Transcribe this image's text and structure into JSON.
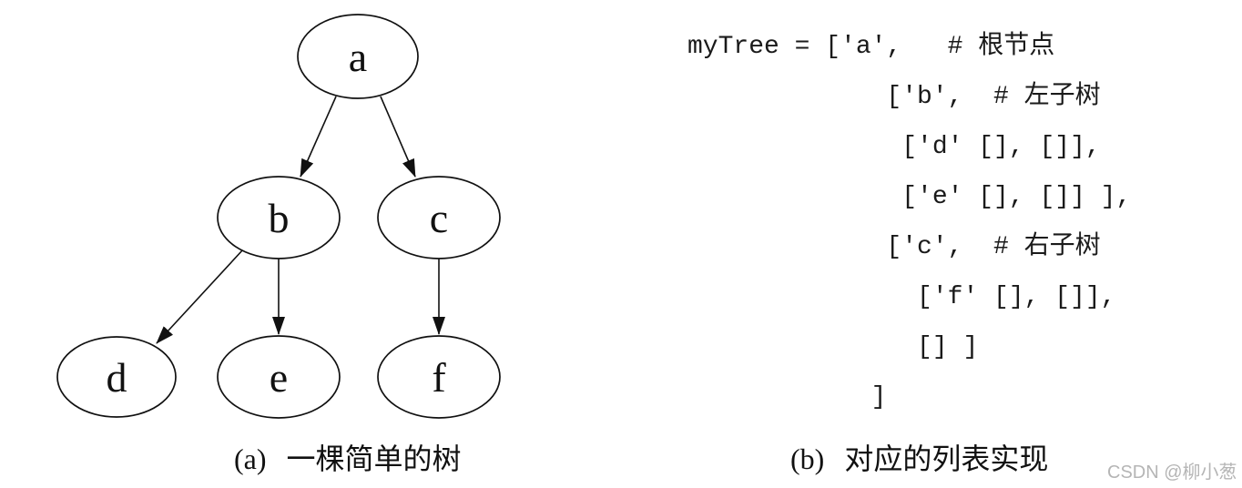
{
  "tree": {
    "nodes": [
      {
        "id": "a",
        "label": "a"
      },
      {
        "id": "b",
        "label": "b"
      },
      {
        "id": "c",
        "label": "c"
      },
      {
        "id": "d",
        "label": "d"
      },
      {
        "id": "e",
        "label": "e"
      },
      {
        "id": "f",
        "label": "f"
      }
    ],
    "edges": [
      [
        "a",
        "b"
      ],
      [
        "a",
        "c"
      ],
      [
        "b",
        "d"
      ],
      [
        "b",
        "e"
      ],
      [
        "c",
        "f"
      ]
    ],
    "caption": {
      "index": "(a)",
      "text": "一棵简单的树"
    }
  },
  "code": {
    "lines": [
      "myTree = ['a',   # 根节点",
      "             ['b',  # 左子树",
      "              ['d' [], []],",
      "              ['e' [], []] ],",
      "             ['c',  # 右子树",
      "               ['f' [], []],",
      "               [] ]",
      "            ]"
    ],
    "caption": {
      "index": "(b)",
      "text": "对应的列表实现"
    }
  },
  "watermark": "CSDN @柳小葱",
  "colors": {
    "ink": "#111111",
    "watermark_gray": "#b5b5b5",
    "background": "#ffffff"
  }
}
